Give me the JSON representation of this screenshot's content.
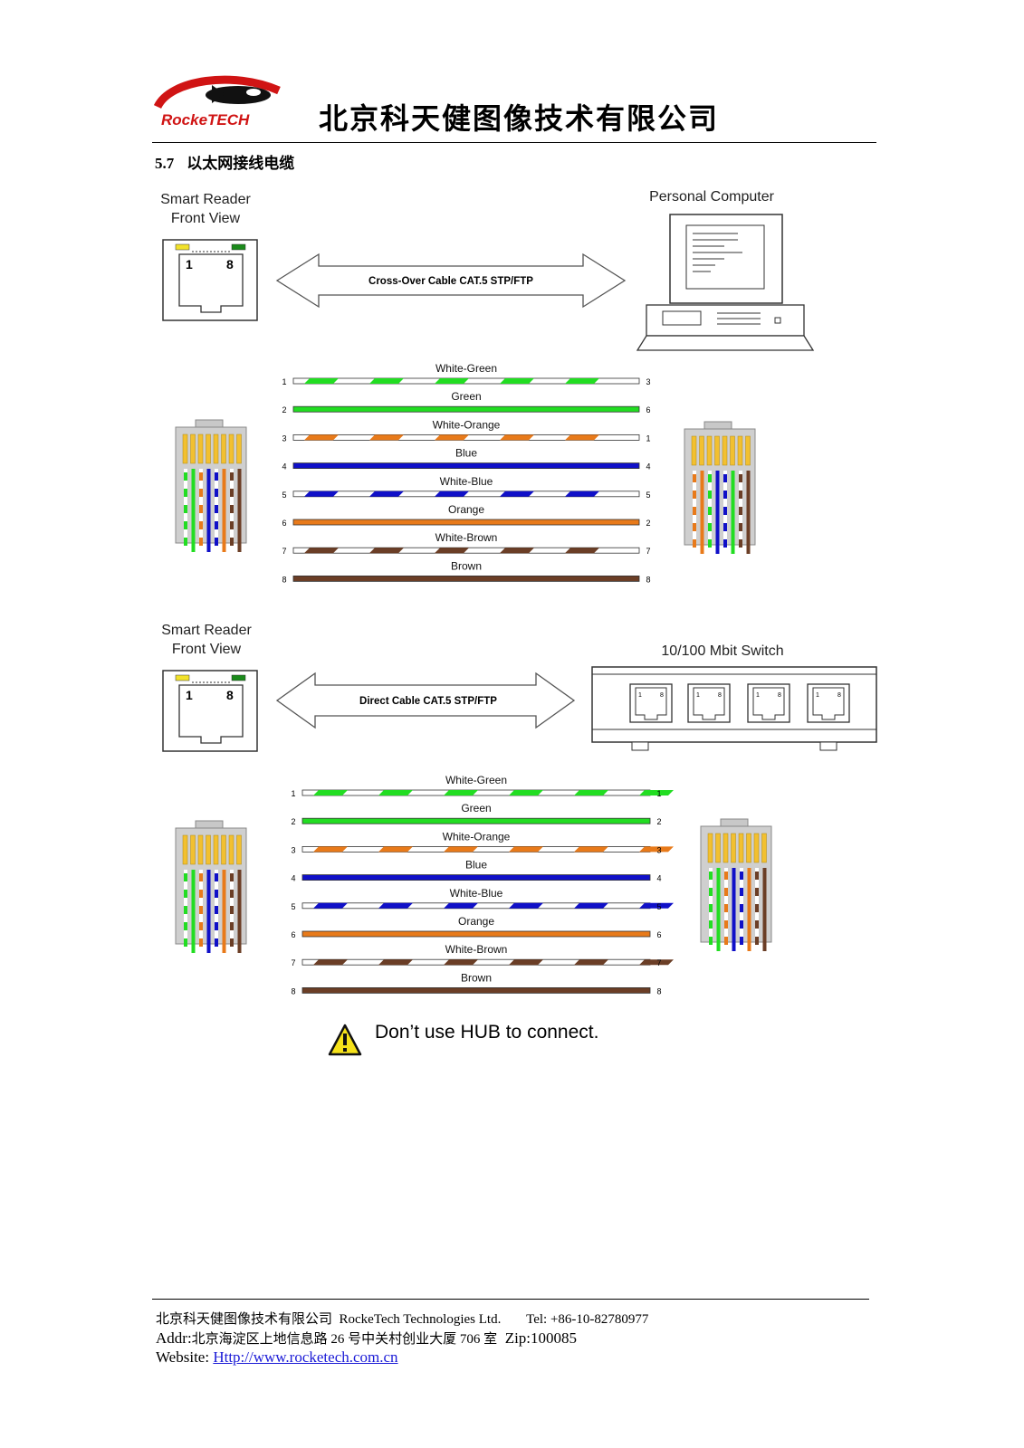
{
  "header": {
    "logo_text": "RockeTECH",
    "company_name": "北京科天健图像技术有限公司"
  },
  "section": {
    "number": "5.7",
    "title": "以太网接线电缆"
  },
  "diagram1": {
    "left_label_line1": "Smart Reader",
    "left_label_line2": "Front View",
    "right_label": "Personal Computer",
    "cable_label": "Cross-Over Cable CAT.5 STP/FTP",
    "jack_left": "1",
    "jack_right": "8",
    "wires": [
      {
        "name": "White-Green",
        "left_pin": "1",
        "right_pin": "3",
        "color": "#22dd22",
        "striped": true
      },
      {
        "name": "Green",
        "left_pin": "2",
        "right_pin": "6",
        "color": "#22dd22",
        "striped": false
      },
      {
        "name": "White-Orange",
        "left_pin": "3",
        "right_pin": "1",
        "color": "#e87a1a",
        "striped": true
      },
      {
        "name": "Blue",
        "left_pin": "4",
        "right_pin": "4",
        "color": "#1010c8",
        "striped": false
      },
      {
        "name": "White-Blue",
        "left_pin": "5",
        "right_pin": "5",
        "color": "#1010c8",
        "striped": true
      },
      {
        "name": "Orange",
        "left_pin": "6",
        "right_pin": "2",
        "color": "#e87a1a",
        "striped": false
      },
      {
        "name": "White-Brown",
        "left_pin": "7",
        "right_pin": "7",
        "color": "#6b3e26",
        "striped": true
      },
      {
        "name": "Brown",
        "left_pin": "8",
        "right_pin": "8",
        "color": "#6b3e26",
        "striped": false
      }
    ]
  },
  "diagram2": {
    "left_label_line1": "Smart Reader",
    "left_label_line2": "Front View",
    "right_label": "10/100 Mbit Switch",
    "cable_label": "Direct Cable CAT.5 STP/FTP",
    "jack_left": "1",
    "jack_right": "8",
    "wires": [
      {
        "name": "White-Green",
        "left_pin": "1",
        "right_pin": "1",
        "color": "#22dd22",
        "striped": true
      },
      {
        "name": "Green",
        "left_pin": "2",
        "right_pin": "2",
        "color": "#22dd22",
        "striped": false
      },
      {
        "name": "White-Orange",
        "left_pin": "3",
        "right_pin": "3",
        "color": "#e87a1a",
        "striped": true
      },
      {
        "name": "Blue",
        "left_pin": "4",
        "right_pin": "4",
        "color": "#1010c8",
        "striped": false
      },
      {
        "name": "White-Blue",
        "left_pin": "5",
        "right_pin": "5",
        "color": "#1010c8",
        "striped": true
      },
      {
        "name": "Orange",
        "left_pin": "6",
        "right_pin": "6",
        "color": "#e87a1a",
        "striped": false
      },
      {
        "name": "White-Brown",
        "left_pin": "7",
        "right_pin": "7",
        "color": "#6b3e26",
        "striped": true
      },
      {
        "name": "Brown",
        "left_pin": "8",
        "right_pin": "8",
        "color": "#6b3e26",
        "striped": false
      }
    ]
  },
  "warning": {
    "text": "Don’t use HUB to connect.",
    "icon": "warning-triangle-icon"
  },
  "footer": {
    "company_cn": "北京科天健图像技术有限公司",
    "company_en": "RockeTech Technologies Ltd.",
    "tel": "Tel: +86-10-82780977",
    "addr_prefix": "Addr:",
    "addr": "北京海淀区上地信息路 26 号中关村创业大厦 706 室",
    "zip": "Zip:100085",
    "website_prefix": "Website:",
    "website_link": "Http://www.rocketech.com.cn"
  }
}
